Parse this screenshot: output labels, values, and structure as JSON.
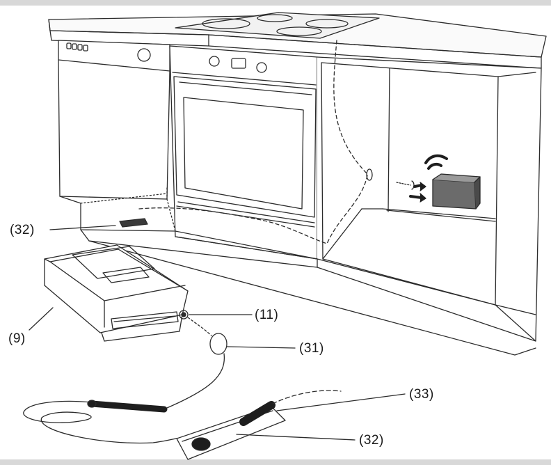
{
  "callouts": {
    "c32_top": "(32)",
    "c9": "(9)",
    "c11": "(11)",
    "c31": "(31)",
    "c33": "(33)",
    "c32_bottom": "(32)"
  },
  "colors": {
    "line": "#2b2b2b",
    "frame": "#d6d6d6",
    "dark": "#1e1e1e",
    "gray": "#6b6b6b"
  }
}
